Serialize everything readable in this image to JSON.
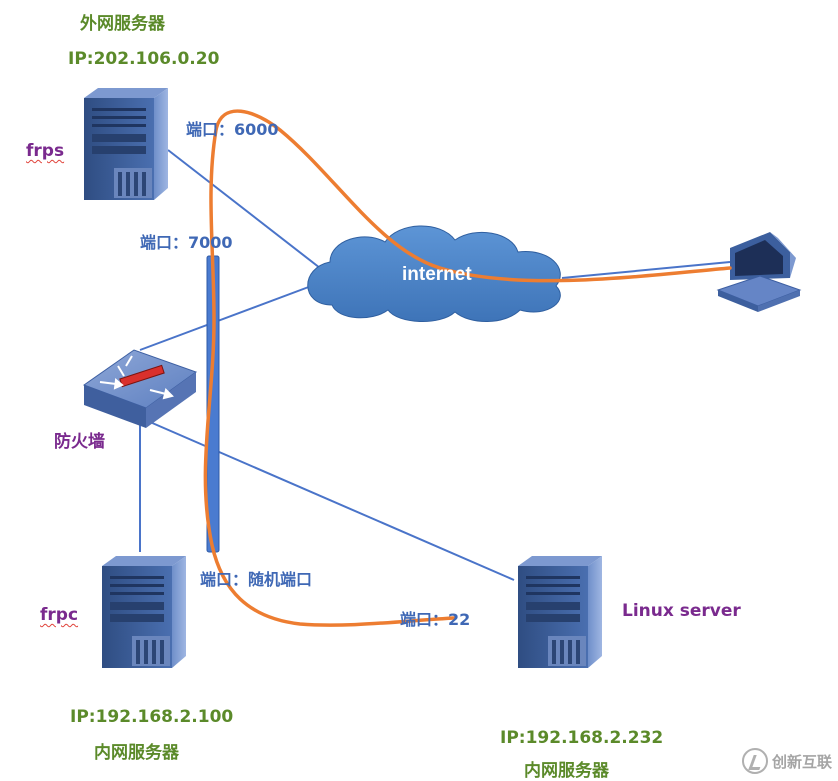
{
  "outer_server": {
    "title": "外网服务器",
    "ip": "IP:202.106.0.20",
    "role": "frps"
  },
  "ports": {
    "p6000": "端口：6000",
    "p7000": "端口：7000",
    "random": "端口：随机端口",
    "p22": "端口：22"
  },
  "cloud": {
    "label": "internet"
  },
  "firewall": {
    "label": "防火墙"
  },
  "inner_client": {
    "role": "frpc",
    "ip": "IP:192.168.2.100",
    "title": "内网服务器"
  },
  "linux_server": {
    "name": "Linux server",
    "ip": "IP:192.168.2.232",
    "title": "内网服务器"
  },
  "watermark": {
    "text": "创新互联"
  },
  "colors": {
    "link": "#4a74c9",
    "tunnel": "#ed7d31",
    "cloud": "#4a82c6",
    "server": "#3e5f9a",
    "label_green": "#5b8a2a",
    "label_purple": "#7a2a8e",
    "label_blue": "#3f68b5"
  }
}
